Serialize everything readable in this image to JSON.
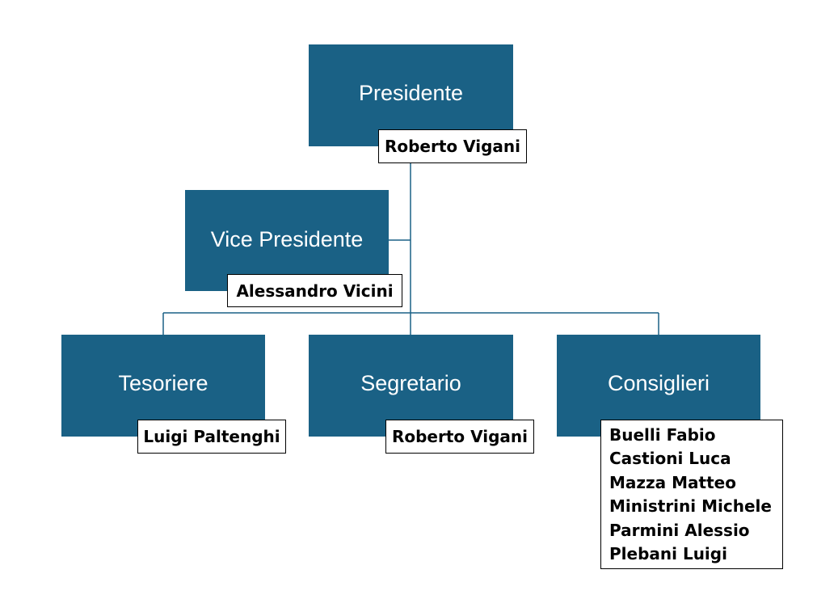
{
  "colors": {
    "role_fill": "#1a6185",
    "connector": "#1a6185",
    "role_text": "#ffffff",
    "name_text": "#000000"
  },
  "presidente": {
    "role": "Presidente",
    "name": "Roberto Vigani"
  },
  "vice_presidente": {
    "role": "Vice Presidente",
    "name": "Alessandro Vicini"
  },
  "tesoriere": {
    "role": "Tesoriere",
    "name": "Luigi Paltenghi"
  },
  "segretario": {
    "role": "Segretario",
    "name": "Roberto Vigani"
  },
  "consiglieri": {
    "role": "Consiglieri",
    "members": [
      "Buelli Fabio",
      "Castioni Luca",
      "Mazza Matteo",
      "Ministrini Michele",
      "Parmini Alessio",
      "Plebani Luigi"
    ]
  }
}
